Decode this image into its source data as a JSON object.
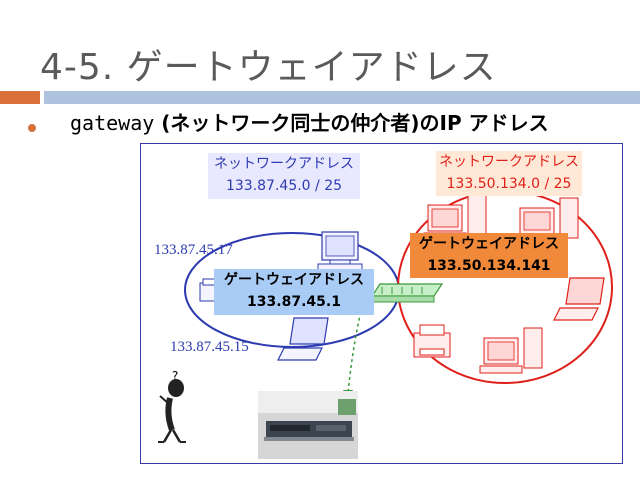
{
  "slide": {
    "title": "4-5. ゲートウェイアドレス",
    "bullet_word": "gateway",
    "bullet_rest": " (ネットワーク同士の仲介者)のIP アドレス"
  },
  "left_network": {
    "label": "ネットワークアドレス",
    "address": "133.87.45.0 / 25",
    "host_ip_1": "133.87.45.17",
    "host_ip_2": "133.87.45.15",
    "gateway_label": "ゲートウェイアドレス",
    "gateway_ip": "133.87.45.1"
  },
  "right_network": {
    "label": "ネットワークアドレス",
    "address": "133.50.134.0 / 25",
    "gateway_label": "ゲートウェイアドレス",
    "gateway_ip": "133.50.134.141"
  },
  "colors": {
    "accent_orange": "#d9703a",
    "bar_blue": "#aec3dd",
    "left_net_blue": "#2e3bb0",
    "right_net_red": "#e0201a",
    "router_green": "#3c9a3c"
  },
  "icons": [
    "pc-icon",
    "laptop-icon",
    "printer-icon",
    "router-icon",
    "thinking-person-icon",
    "router-photo"
  ]
}
